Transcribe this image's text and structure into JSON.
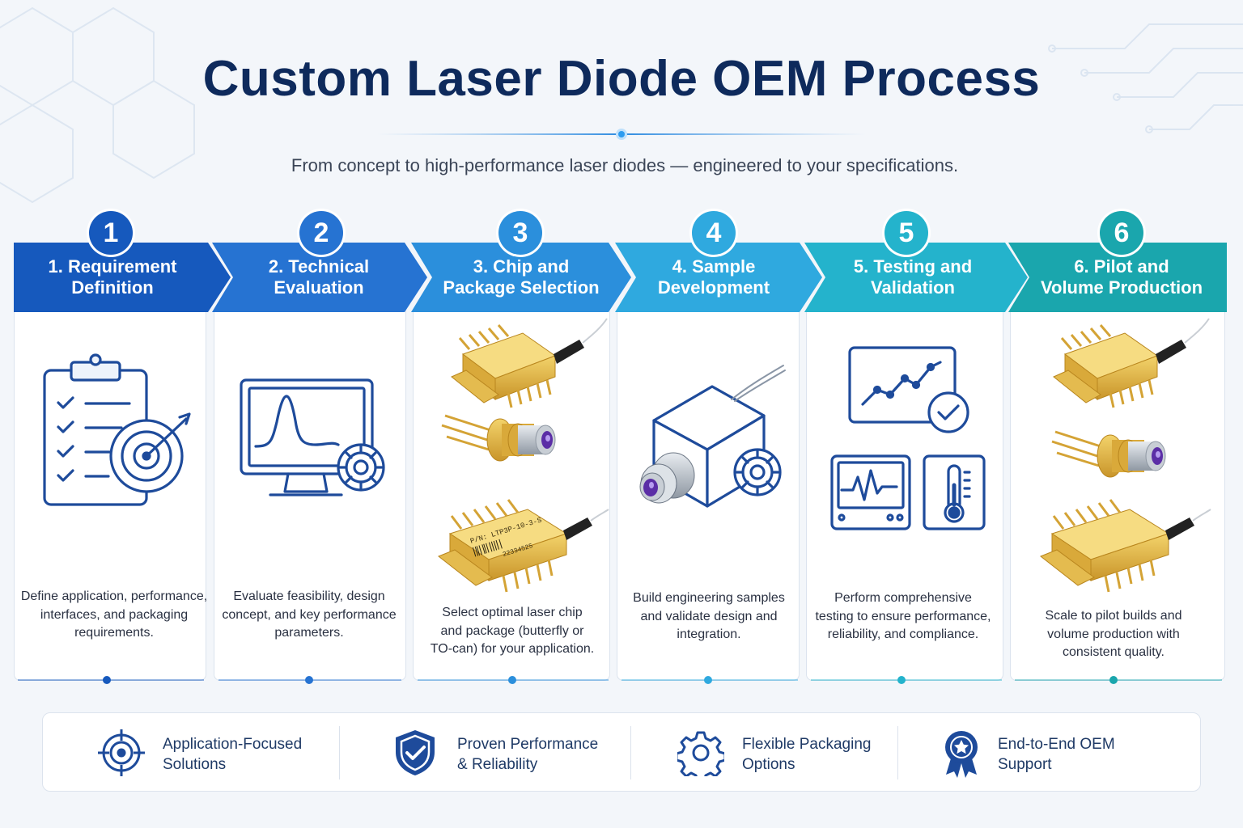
{
  "title": "Custom Laser Diode OEM Process",
  "subtitle": "From concept to high-performance laser diodes — engineered to your specifications.",
  "colors": {
    "title": "#0e2a5c",
    "step1": "#1659bd",
    "step2": "#2673d2",
    "step3": "#2b8fdc",
    "step4": "#2fa9df",
    "step5": "#24b3cc",
    "step6": "#1aa6ad"
  },
  "steps": [
    {
      "number": "1",
      "title_line1": "1. Requirement",
      "title_line2": "Definition",
      "icon": "clipboard-target-icon",
      "desc_line1": "Define application, performance,",
      "desc_line2": "interfaces, and packaging",
      "desc_line3": "requirements."
    },
    {
      "number": "2",
      "title_line1": "2. Technical",
      "title_line2": "Evaluation",
      "icon": "monitor-gear-icon",
      "desc_line1": "Evaluate feasibility, design",
      "desc_line2": "concept, and key performance",
      "desc_line3": "parameters."
    },
    {
      "number": "3",
      "title_line1": "3. Chip and",
      "title_line2": "Package Selection",
      "icon": "laser-packages-icon",
      "label_text": "P/N: LTP3P-10-3-S",
      "barcode_number": "22334525",
      "desc_line1": "Select optimal laser chip",
      "desc_line2": "and package (butterfly or",
      "desc_line3": "TO-can) for your application."
    },
    {
      "number": "4",
      "title_line1": "4. Sample",
      "title_line2": "Development",
      "icon": "module-gear-icon",
      "desc_line1": "Build engineering samples",
      "desc_line2": "and validate design and",
      "desc_line3": "integration."
    },
    {
      "number": "5",
      "title_line1": "5. Testing and",
      "title_line2": "Validation",
      "icon": "testing-charts-icon",
      "desc_line1": "Perform comprehensive",
      "desc_line2": "testing to ensure performance,",
      "desc_line3": "reliability, and compliance."
    },
    {
      "number": "6",
      "title_line1": "6. Pilot and",
      "title_line2": "Volume Production",
      "icon": "laser-packages-icon",
      "desc_line1": "Scale to pilot builds and",
      "desc_line2": "volume production with",
      "desc_line3": "consistent quality."
    }
  ],
  "features": [
    {
      "icon": "target-icon",
      "line1": "Application-Focused",
      "line2": "Solutions"
    },
    {
      "icon": "shield-check-icon",
      "line1": "Proven Performance",
      "line2": "& Reliability"
    },
    {
      "icon": "gear-icon",
      "line1": "Flexible Packaging",
      "line2": "Options"
    },
    {
      "icon": "award-badge-icon",
      "line1": "End-to-End OEM",
      "line2": "Support"
    }
  ]
}
